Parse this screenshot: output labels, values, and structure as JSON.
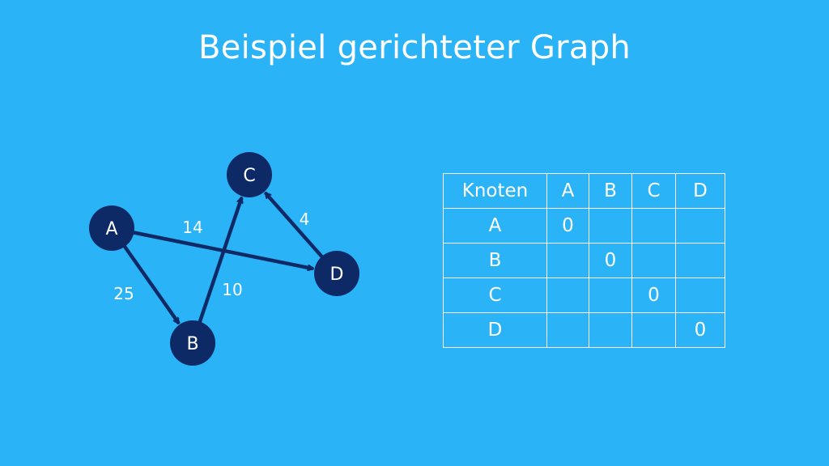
{
  "title": "Beispiel gerichteter Graph",
  "graph": {
    "nodes": [
      {
        "id": "A",
        "label": "A"
      },
      {
        "id": "B",
        "label": "B"
      },
      {
        "id": "C",
        "label": "C"
      },
      {
        "id": "D",
        "label": "D"
      }
    ],
    "edges": [
      {
        "from": "A",
        "to": "D",
        "weight": "14"
      },
      {
        "from": "A",
        "to": "B",
        "weight": "25"
      },
      {
        "from": "B",
        "to": "C",
        "weight": "10"
      },
      {
        "from": "D",
        "to": "C",
        "weight": "4"
      }
    ]
  },
  "table": {
    "header": [
      "Knoten",
      "A",
      "B",
      "C",
      "D"
    ],
    "rows": [
      [
        "A",
        "0",
        "",
        "",
        ""
      ],
      [
        "B",
        "",
        "0",
        "",
        ""
      ],
      [
        "C",
        "",
        "",
        "0",
        ""
      ],
      [
        "D",
        "",
        "",
        "",
        "0"
      ]
    ]
  },
  "colors": {
    "background": "#2ab3f7",
    "node": "#0e2a66",
    "text": "#ffffff"
  }
}
